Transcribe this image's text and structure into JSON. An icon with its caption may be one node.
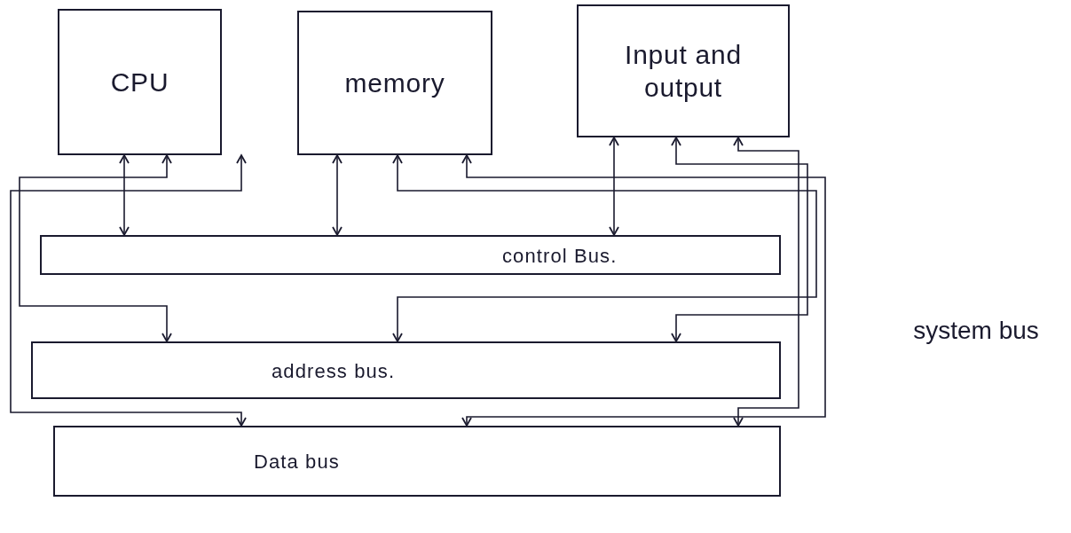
{
  "diagram": {
    "nodes": [
      {
        "text": [
          "CPU"
        ]
      },
      {
        "text": [
          "memory"
        ]
      },
      {
        "text": [
          "Input and output"
        ]
      },
      {
        "text": [
          "control Bus."
        ]
      },
      {
        "text": [
          "address bus."
        ]
      },
      {
        "text": [
          "Data bus"
        ]
      }
    ],
    "edges": [
      {
        "from": 0,
        "to": 3,
        "arrow": "both"
      },
      {
        "from": 0,
        "to": 4,
        "arrow": "both"
      },
      {
        "from": 0,
        "to": 5,
        "arrow": "both"
      },
      {
        "from": 1,
        "to": 3,
        "arrow": "both"
      },
      {
        "from": 1,
        "to": 4,
        "arrow": "both"
      },
      {
        "from": 1,
        "to": 5,
        "arrow": "both"
      },
      {
        "from": 2,
        "to": 3,
        "arrow": "both"
      },
      {
        "from": 2,
        "to": 4,
        "arrow": "both"
      },
      {
        "from": 2,
        "to": 5,
        "arrow": "both"
      }
    ],
    "labels": [
      "system bus"
    ]
  }
}
